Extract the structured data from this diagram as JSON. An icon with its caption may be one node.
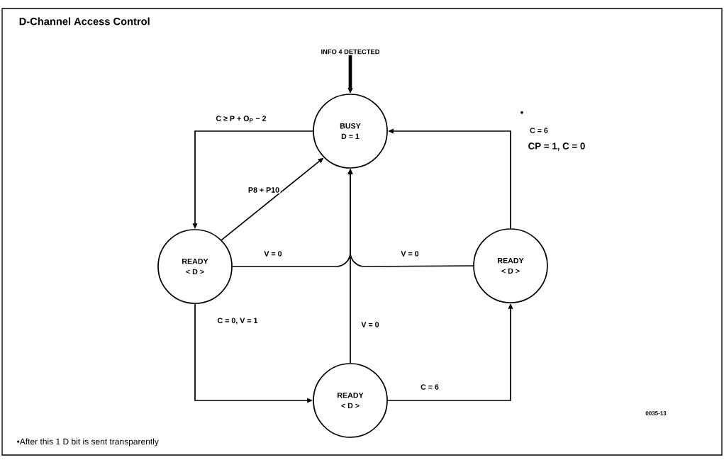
{
  "diagram": {
    "title": "D-Channel Access Control",
    "nodes": [
      {
        "text": [
          "INFO 4 DETECTED"
        ]
      },
      {
        "text": [
          "BUSY",
          "D = 1"
        ]
      },
      {
        "text": [
          "READY",
          "< D >"
        ]
      },
      {
        "text": [
          "READY",
          "< D >"
        ]
      },
      {
        "text": [
          "READY",
          "< D >"
        ]
      }
    ],
    "edges": [
      {
        "from": 0,
        "to": 1,
        "arrow": "to",
        "style": "thick"
      },
      {
        "from": 1,
        "to": 2,
        "arrow": "to",
        "label": "C ≥ P + O$_{P}$ − 2"
      },
      {
        "from": 2,
        "to": 1,
        "arrow": "to",
        "label": "P8 + P10"
      },
      {
        "from": 2,
        "to": 1,
        "arrow": "to",
        "label": "V = 0"
      },
      {
        "from": 3,
        "to": 1,
        "arrow": "to",
        "label": "V = 0"
      },
      {
        "from": 4,
        "to": 1,
        "arrow": "to",
        "label": "V = 0"
      },
      {
        "from": 2,
        "to": 4,
        "arrow": "to",
        "label": "C = 0, V = 1"
      },
      {
        "from": 4,
        "to": 3,
        "arrow": "to",
        "label": "C = 6"
      },
      {
        "from": 3,
        "to": 1,
        "arrow": "to",
        "label": "C = 6"
      }
    ],
    "labels": [
      "•",
      "CP = 1, C = 0",
      "0035-13",
      "•After this 1 D bit is sent transparently"
    ]
  }
}
